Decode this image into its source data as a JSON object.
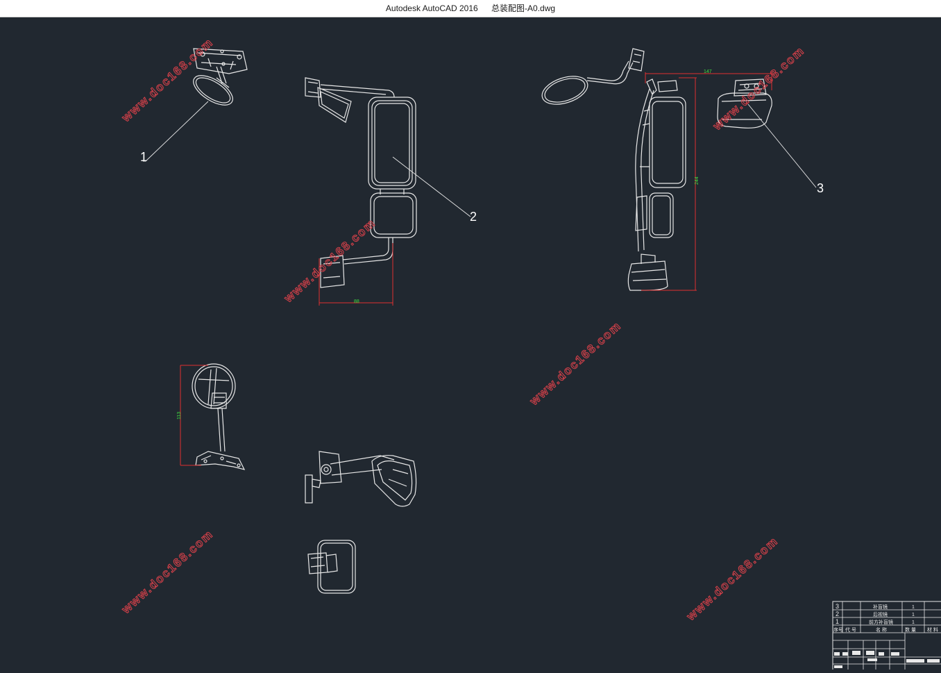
{
  "window": {
    "app_name": "Autodesk AutoCAD 2016",
    "file_name": "总装配图-A0.dwg"
  },
  "callouts": [
    "1",
    "2",
    "3"
  ],
  "dimensions": {
    "width_bottom": "88",
    "top_width": "147",
    "height_right": "244",
    "height_left": "113"
  },
  "watermark": "www.doc168.com",
  "title_block": {
    "rows": [
      {
        "no": "3",
        "name": "补盲镜",
        "qty": "1"
      },
      {
        "no": "2",
        "name": "后视镜",
        "qty": "1"
      },
      {
        "no": "1",
        "name": "前方补盲镜",
        "qty": "1"
      }
    ],
    "header": {
      "no": "序号",
      "code": "代 号",
      "name": "名 称",
      "qty": "数 量",
      "material": "材 料"
    }
  },
  "colors": {
    "background": "#212830",
    "drawing": "#e8e8e8",
    "dimension": "#e03030",
    "dim_text": "#40e040",
    "watermark": "#d9414a"
  }
}
